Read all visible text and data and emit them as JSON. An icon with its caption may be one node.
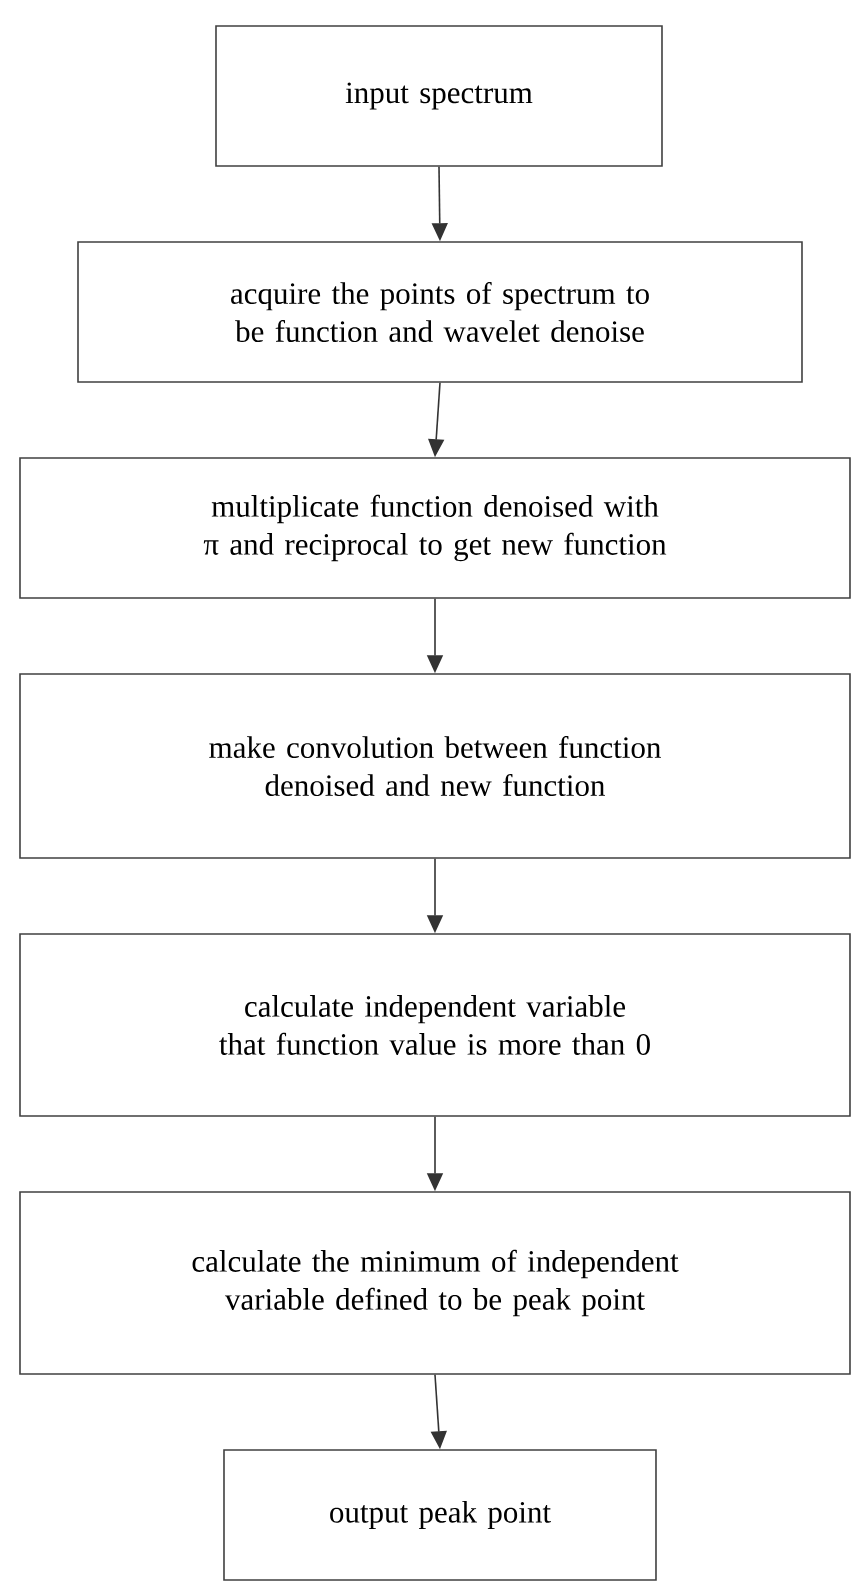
{
  "diagram": {
    "nodes": [
      {
        "text": [
          "input spectrum"
        ]
      },
      {
        "text": [
          "acquire the points of spectrum to be function and wavelet denoise"
        ]
      },
      {
        "text": [
          "multiplicate function denoised with π and reciprocal to get new function"
        ]
      },
      {
        "text": [
          "make convolution between function denoised and new function"
        ]
      },
      {
        "text": [
          "calculate independent variable that function value is more than 0"
        ]
      },
      {
        "text": [
          "calculate the minimum of independent variable defined to be peak point"
        ]
      },
      {
        "text": [
          "output peak point"
        ]
      }
    ],
    "edges": [
      {
        "from": 0,
        "to": 1,
        "arrow": "to"
      },
      {
        "from": 1,
        "to": 2,
        "arrow": "to"
      },
      {
        "from": 2,
        "to": 3,
        "arrow": "to"
      },
      {
        "from": 3,
        "to": 4,
        "arrow": "to"
      },
      {
        "from": 4,
        "to": 5,
        "arrow": "to"
      },
      {
        "from": 5,
        "to": 6,
        "arrow": "to"
      }
    ]
  }
}
